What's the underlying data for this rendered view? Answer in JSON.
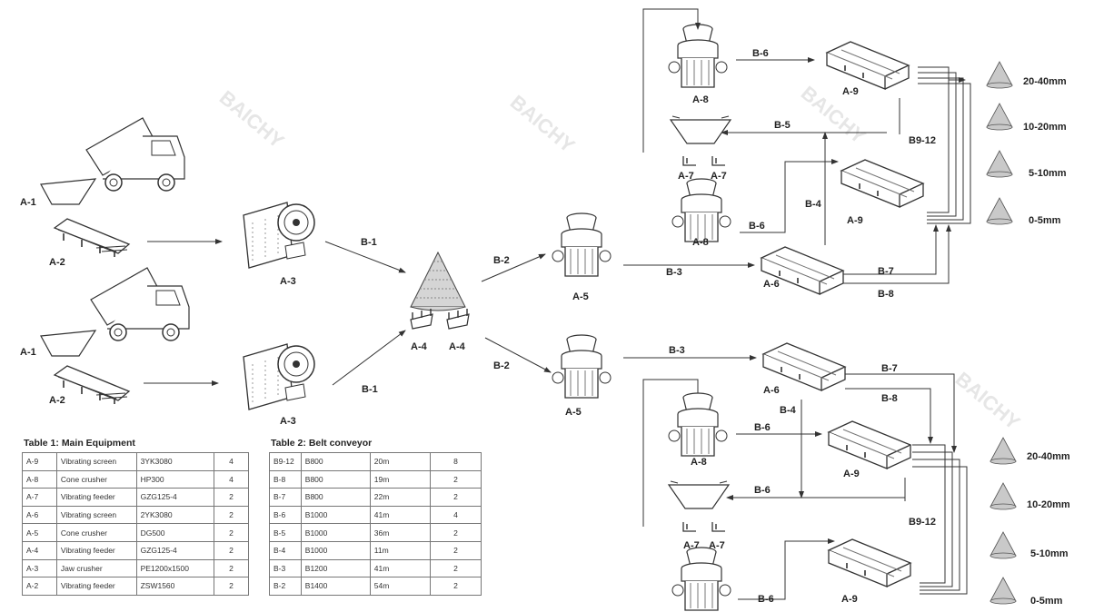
{
  "watermark": "BAICHY",
  "labels": {
    "a1": "A-1",
    "a2": "A-2",
    "a3": "A-3",
    "a4": "A-4",
    "a5": "A-5",
    "a6": "A-6",
    "a7": "A-7",
    "a8": "A-8",
    "a9": "A-9",
    "b1": "B-1",
    "b2": "B-2",
    "b3": "B-3",
    "b4": "B-4",
    "b5": "B-5",
    "b6": "B-6",
    "b7": "B-7",
    "b8": "B-8",
    "b912": "B9-12"
  },
  "products": [
    "20-40mm",
    "10-20mm",
    "5-10mm",
    "0-5mm"
  ],
  "table1": {
    "title": "Table 1: Main Equipment",
    "rows": [
      [
        "A-9",
        "Vibrating screen",
        "3YK3080",
        "4"
      ],
      [
        "A-8",
        "Cone crusher",
        "HP300",
        "4"
      ],
      [
        "A-7",
        "Vibrating feeder",
        "GZG125-4",
        "2"
      ],
      [
        "A-6",
        "Vibrating screen",
        "2YK3080",
        "2"
      ],
      [
        "A-5",
        "Cone crusher",
        "DG500",
        "2"
      ],
      [
        "A-4",
        "Vibrating feeder",
        "GZG125-4",
        "2"
      ],
      [
        "A-3",
        "Jaw crusher",
        "PE1200x1500",
        "2"
      ],
      [
        "A-2",
        "Vibrating feeder",
        "ZSW1560",
        "2"
      ]
    ]
  },
  "table2": {
    "title": "Table 2: Belt conveyor",
    "rows": [
      [
        "B9-12",
        "B800",
        "20m",
        "8"
      ],
      [
        "B-8",
        "B800",
        "19m",
        "2"
      ],
      [
        "B-7",
        "B800",
        "22m",
        "2"
      ],
      [
        "B-6",
        "B1000",
        "41m",
        "4"
      ],
      [
        "B-5",
        "B1000",
        "36m",
        "2"
      ],
      [
        "B-4",
        "B1000",
        "11m",
        "2"
      ],
      [
        "B-3",
        "B1200",
        "41m",
        "2"
      ],
      [
        "B-2",
        "B1400",
        "54m",
        "2"
      ]
    ]
  }
}
